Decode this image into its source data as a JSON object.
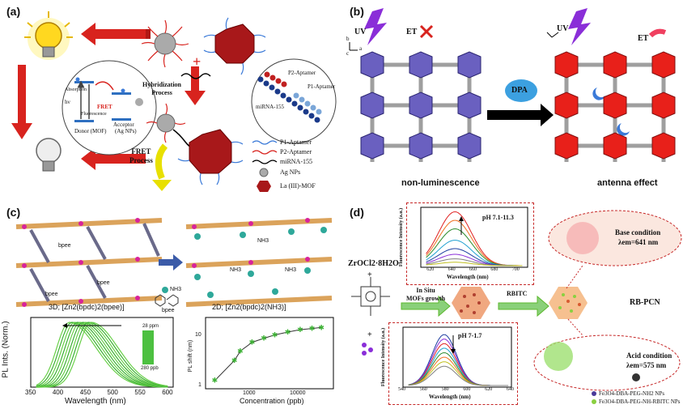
{
  "panel_a": {
    "label": "(a)",
    "hybridization": "Hybridization\nProcess",
    "fret": "FRET\nProcess",
    "p2_aptamer": "P2-Aptamer",
    "p1_aptamer": "P1-Aptamer",
    "mirna": "miRNA-155",
    "legend": [
      "P1-Aptamer",
      "P2-Aptamer",
      "miRNA-155",
      "Ag NPs",
      "La (III)-MOF"
    ],
    "inset": {
      "hv": "hν",
      "absorption": "Absorption",
      "fluorescence": "Fluorescence",
      "fret": "FRET",
      "acceptor": "Acceptor",
      "acceptor_sub": "(Ag NPs)",
      "donor": "Donor (MOF)"
    }
  },
  "panel_b": {
    "label": "(b)",
    "uv_left": "UV",
    "et_left": "ET",
    "uv_right": "UV",
    "et_right": "ET",
    "dpa": "DPA",
    "non_lum": "non-luminescence",
    "antenna": "antenna effect",
    "axes": [
      "b",
      "c",
      "a"
    ]
  },
  "panel_c": {
    "label": "(c)",
    "bpee": "bpee",
    "nh3": "NH3",
    "left_caption": "3D; [Zn2(bpdc)2(bpee)]",
    "right_caption": "2D; [Zn2(bpdc)2(NH3)]",
    "nh3_legend": "NH3",
    "bpee_legend": "bpee",
    "pl_chart": {
      "ylabel": "PL Ints. (Norm.)",
      "xlabel": "Wavelength (nm)",
      "xticks": [
        "350",
        "400",
        "450",
        "500",
        "550",
        "600"
      ],
      "top_label": "28 ppm",
      "bottom_label": "280 ppb"
    },
    "shift_chart": {
      "ylabel": "PL shift (nm)",
      "xlabel": "Concentration (ppb)",
      "yticks": [
        "1",
        "10"
      ],
      "xticks": [
        "1000",
        "10000"
      ]
    }
  },
  "panel_d": {
    "label": "(d)",
    "zr": "ZrOCl2·8H2O",
    "plus1": "+",
    "plus2": "+",
    "in_situ": "In Situ\nMOFs growth",
    "rbitc": "RBITC",
    "rbpcn": "RB-PCN",
    "base": "Base condition",
    "base_em": "λem=641 nm",
    "acid": "Acid condition",
    "acid_em": "λem=575 nm",
    "legend": [
      "Fe3O4-DBA-PEG-NH2 NPs",
      "Fe3O4-DBA-PEG-NH-RBITC NPs"
    ],
    "top_chart": {
      "title": "pH 7.1-11.3",
      "ylabel": "Fluorescence Intensity (a.u.)",
      "xlabel": "Wavelength (nm)",
      "xticks": [
        "620",
        "640",
        "660",
        "680",
        "700"
      ]
    },
    "bottom_chart": {
      "title": "pH 7-1.7",
      "ylabel": "Fluorescence Intensity (a.u.)",
      "xlabel": "Wavelength (nm)",
      "xticks": [
        "540",
        "560",
        "580",
        "600",
        "620",
        "640"
      ]
    }
  },
  "colors": {
    "red": "#d8231e",
    "green": "#5cb82e",
    "blue": "#3b5ba8",
    "purple": "#7b3fa6"
  }
}
